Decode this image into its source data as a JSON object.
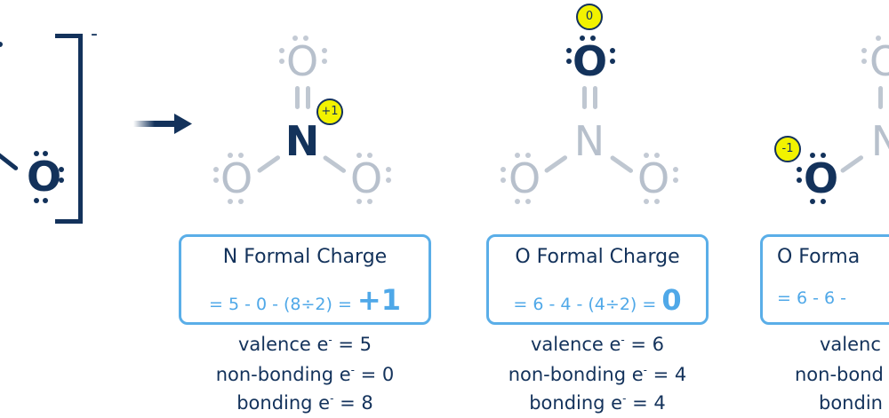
{
  "left_fragment": {
    "oxygen": "O",
    "charge": "-"
  },
  "arrow": "arrow-right",
  "panels": [
    {
      "atoms": {
        "top": "O",
        "center": "N",
        "left": "O",
        "right": "O"
      },
      "badge": "+1",
      "title": "N Formal Charge",
      "equation": "= 5 - 0 - (8÷2) =",
      "result": "+1",
      "stats": [
        {
          "label": "valence e",
          "sup": "-",
          "value": " = 5"
        },
        {
          "label": "non-bonding e",
          "sup": "-",
          "value": " = 0"
        },
        {
          "label": "bonding e",
          "sup": "-",
          "value": " = 8"
        }
      ]
    },
    {
      "atoms": {
        "top": "O",
        "center": "N",
        "left": "O",
        "right": "O"
      },
      "badge": "0",
      "title": "O Formal Charge",
      "equation": "= 6 - 4 - (4÷2) =",
      "result": "0",
      "stats": [
        {
          "label": "valence e",
          "sup": "-",
          "value": " = 6"
        },
        {
          "label": "non-bonding e",
          "sup": "-",
          "value": " = 4"
        },
        {
          "label": "bonding e",
          "sup": "-",
          "value": " = 4"
        }
      ]
    },
    {
      "atoms": {
        "top": "O",
        "center": "N",
        "left": "O"
      },
      "badge": "-1",
      "title": "O Forma",
      "equation": "= 6 - 6 -",
      "stats": [
        {
          "label": "valenc",
          "sup": "",
          "value": ""
        },
        {
          "label": "non-bond",
          "sup": "",
          "value": ""
        },
        {
          "label": "bondin",
          "sup": "",
          "value": ""
        }
      ]
    }
  ]
}
